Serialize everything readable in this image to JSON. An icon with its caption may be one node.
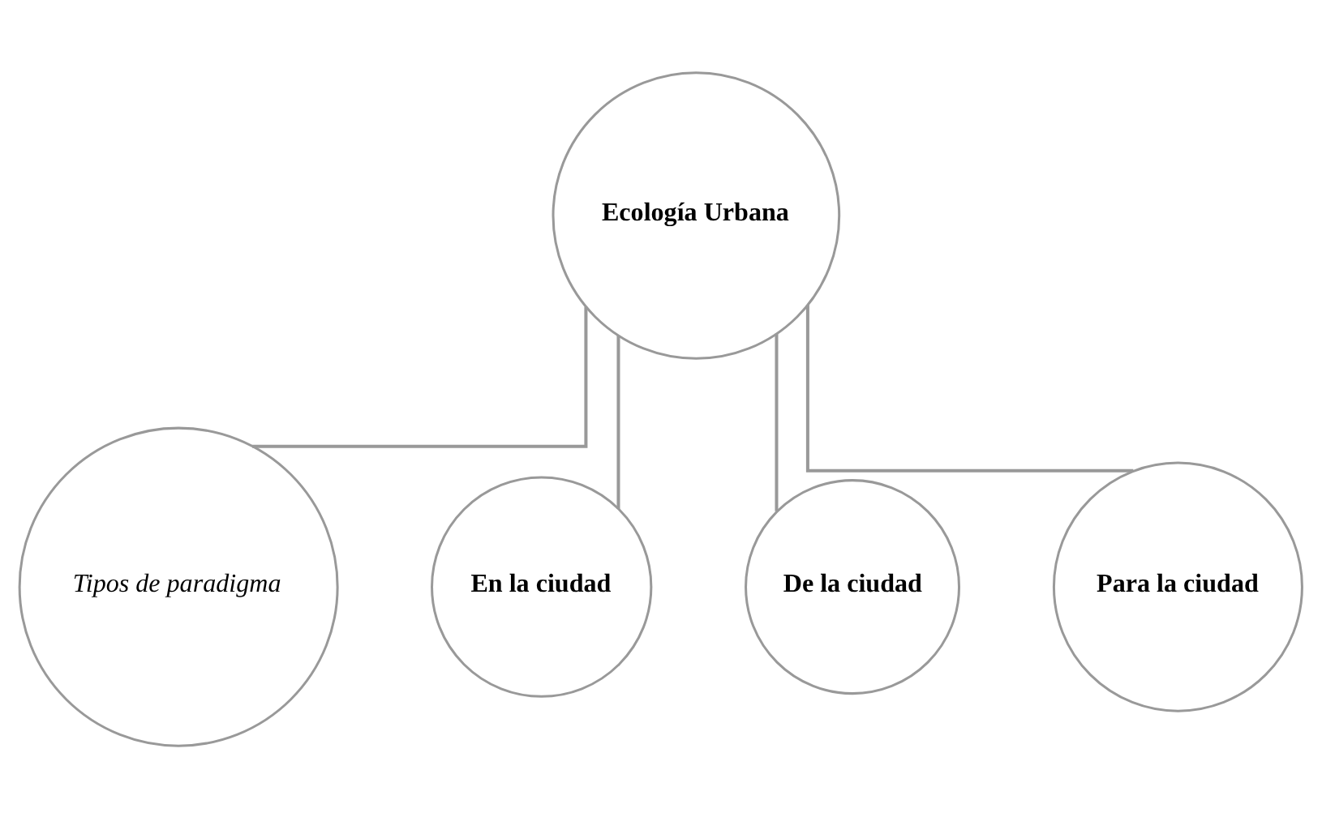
{
  "diagram": {
    "nodes": [
      {
        "text": [
          "Ecología Urbana"
        ]
      },
      {
        "text": [
          "Tipos de paradigma"
        ]
      },
      {
        "text": [
          "En la ciudad"
        ]
      },
      {
        "text": [
          "De la ciudad"
        ]
      },
      {
        "text": [
          "Para la ciudad"
        ]
      }
    ],
    "edges": [
      {
        "from": 0,
        "to": 1,
        "arrow": "none"
      },
      {
        "from": 0,
        "to": 2,
        "arrow": "none"
      },
      {
        "from": 0,
        "to": 3,
        "arrow": "none"
      },
      {
        "from": 0,
        "to": 4,
        "arrow": "none"
      }
    ]
  }
}
